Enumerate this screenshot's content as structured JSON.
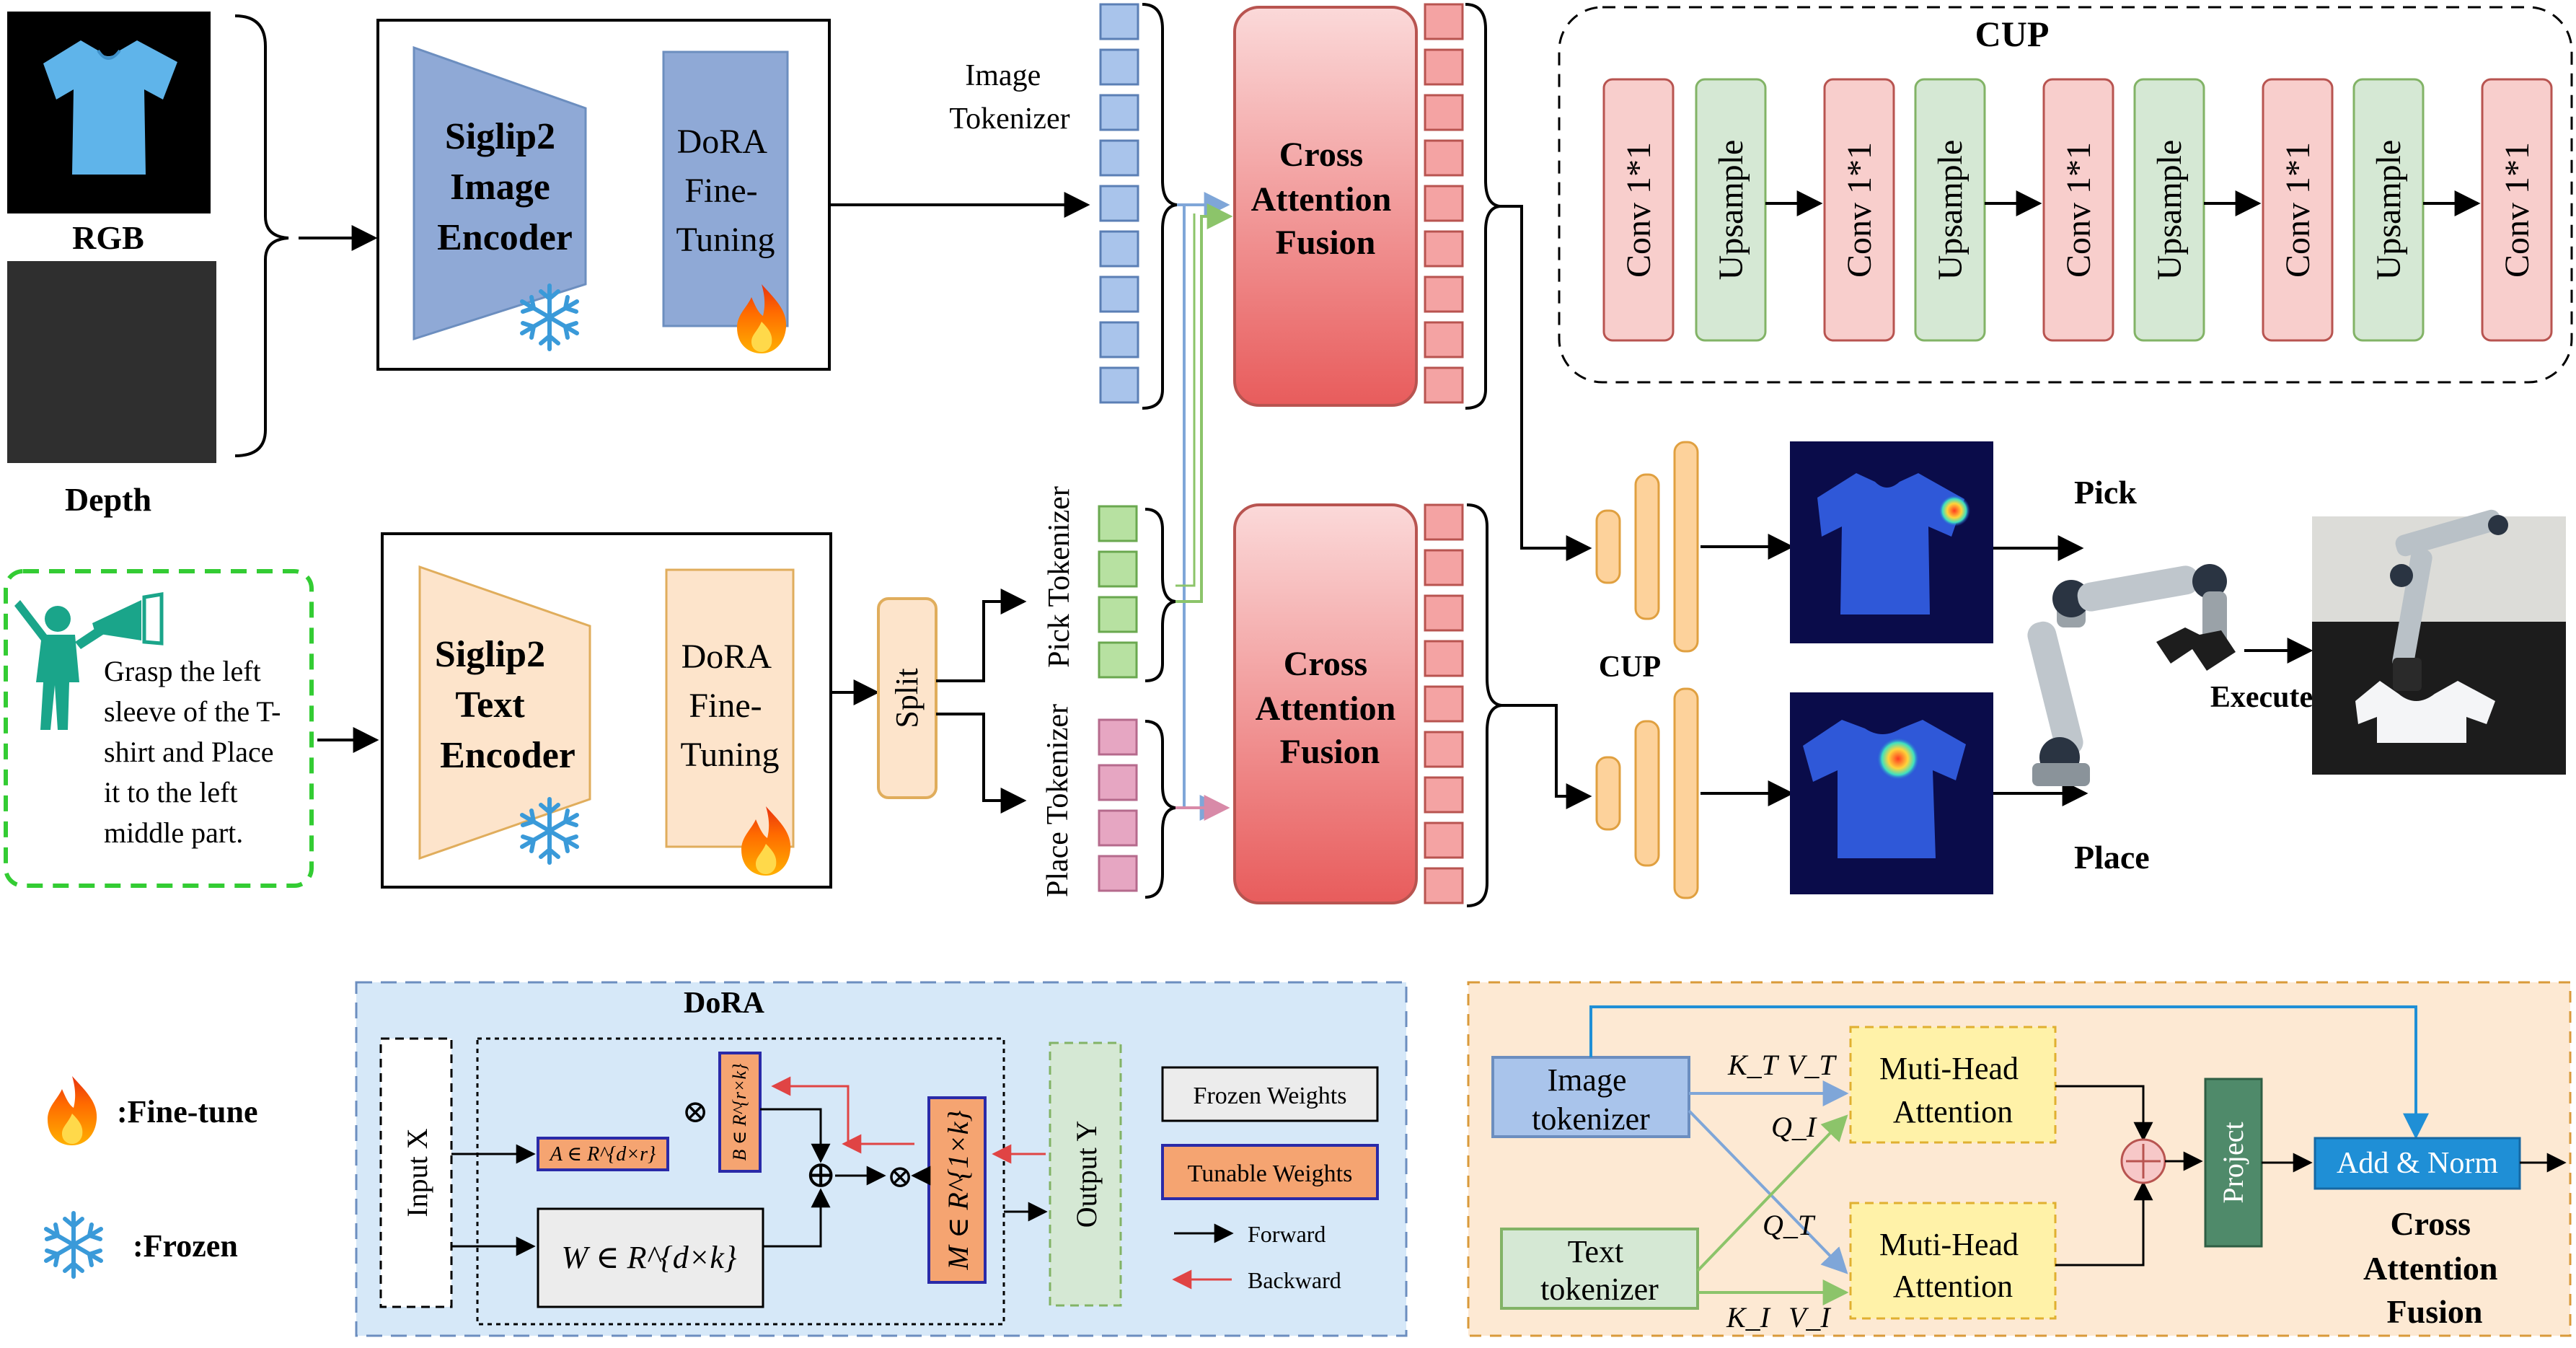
{
  "inputs": {
    "rgb_label": "RGB",
    "depth_label": "Depth",
    "instruction_lines": [
      "Grasp the left",
      "sleeve of the T-",
      "shirt and Place",
      "it to the left",
      "middle part."
    ]
  },
  "image_encoder": {
    "title_lines": [
      "Siglip2",
      "Image",
      "Encoder"
    ],
    "dora_lines": [
      "DoRA",
      "Fine-",
      "Tuning"
    ]
  },
  "text_encoder": {
    "title_lines": [
      "Siglip2",
      "Text",
      "Encoder"
    ],
    "dora_lines": [
      "DoRA",
      "Fine-",
      "Tuning"
    ]
  },
  "split_label": "Split",
  "tokenizers": {
    "image_lines": [
      "Image",
      "Tokenizer"
    ],
    "pick": "Pick Tokenizer",
    "place": "Place Tokenizer"
  },
  "fusion": {
    "top_lines": [
      "Cross",
      "Attention",
      "Fusion"
    ],
    "bottom_lines": [
      "Cross",
      "Attention",
      "Fusion"
    ]
  },
  "cup_panel": {
    "title": "CUP",
    "blocks": [
      "Conv 1*1",
      "Upsample",
      "Conv 1*1",
      "Upsample",
      "Conv 1*1",
      "Upsample",
      "Conv 1*1",
      "Upsample",
      "Conv 1*1"
    ]
  },
  "outputs": {
    "cup_label": "CUP",
    "pick_label": "Pick",
    "place_label": "Place",
    "execute_label": "Execute"
  },
  "legend": {
    "finetune": ":Fine-tune",
    "frozen": ":Frozen"
  },
  "dora_panel": {
    "title": "DoRA",
    "input_label": "Input X",
    "output_label": "Output Y",
    "a_matrix": "A ∈ R^{d×r}",
    "b_matrix": "B ∈ R^{r×k}",
    "w_matrix": "W ∈ R^{d×k}",
    "m_matrix": "M ∈ R^{1×k}",
    "frozen_weights": "Frozen Weights",
    "tunable_weights": "Tunable Weights",
    "forward": "Forward",
    "backward": "Backward"
  },
  "caf_panel": {
    "image_tokenizer_lines": [
      "Image",
      "tokenizer"
    ],
    "text_tokenizer_lines": [
      "Text",
      "tokenizer"
    ],
    "mha_lines": [
      "Muti-Head",
      "Attention"
    ],
    "project": "Project",
    "add_norm": "Add & Norm",
    "title_lines": [
      "Cross",
      "Attention",
      "Fusion"
    ],
    "kt": "K_T",
    "vt": "V_T",
    "qi": "Q_I",
    "qt": "Q_T",
    "ki": "K_I",
    "vi": "V_I"
  },
  "colors": {
    "blue_fill": "#8fa9d6",
    "blue_stroke": "#6c8ebf",
    "peach_fill": "#fde4cb",
    "peach_stroke": "#e0ad5c",
    "red_fill": "#f07a7a",
    "pink_fill": "#f8cecc",
    "pink_stroke": "#b85450",
    "green_fill": "#d5e8d4",
    "green_stroke": "#82b366",
    "dashed_green": "#33cc33",
    "token_blue": "#a9c4eb",
    "token_green": "#b7e1a1",
    "token_pink": "#e6a6c2",
    "orange_fill": "#fdd29b",
    "yellow_fill": "#fff2a8",
    "dora_bg": "#d6e8f8",
    "caf_bg": "#fde9d3",
    "deep_blue": "#1f8fd6"
  }
}
